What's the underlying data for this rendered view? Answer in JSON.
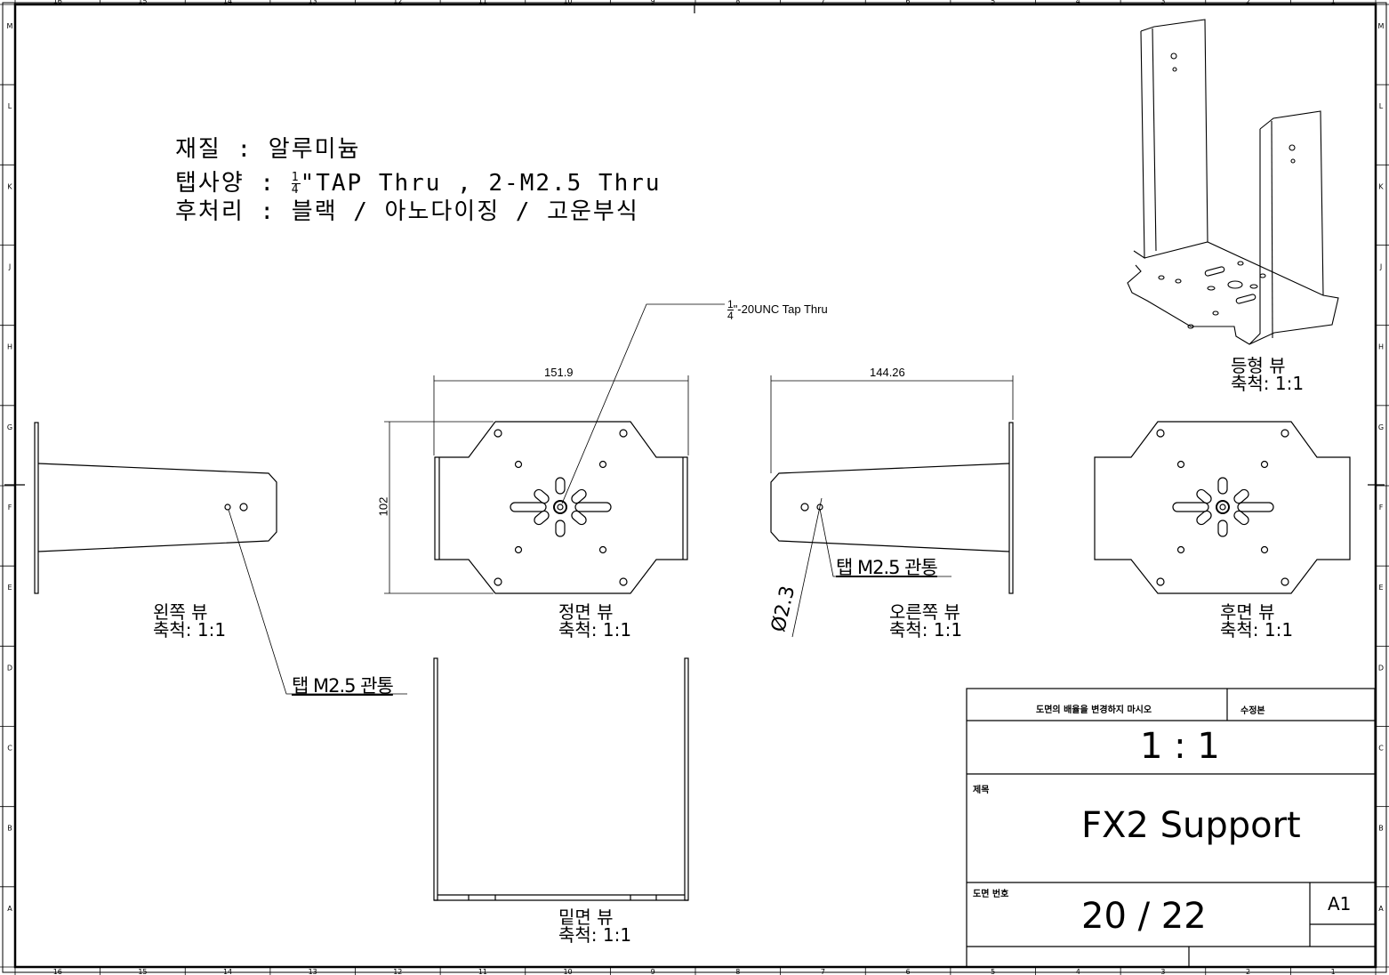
{
  "notes": {
    "material": "재질 : 알루미늄",
    "tap_prefix": "탭사양 :",
    "tap_frac_num": "1",
    "tap_frac_den": "4",
    "tap_rest": "\"TAP Thru , 2-M2.5 Thru",
    "finish": "후처리 : 블랙 / 아노다이징 / 고운부식"
  },
  "callouts": {
    "unc_num": "1",
    "unc_den": "4",
    "unc_text": "\"-20UNC Tap Thru",
    "tap_m25_right": "탭 M2.5 관통",
    "tap_m25_left": "탭 M2.5 관통",
    "hole_dia": "Ø2.3"
  },
  "dimensions": {
    "front_width": "151.9",
    "front_height": "102",
    "right_width": "144.26"
  },
  "views": {
    "left": {
      "name": "왼쪽 뷰",
      "scale": "축척: 1:1"
    },
    "front": {
      "name": "정면 뷰",
      "scale": "축척: 1:1"
    },
    "right": {
      "name": "오른쪽 뷰",
      "scale": "축척: 1:1"
    },
    "back": {
      "name": "후면 뷰",
      "scale": "축척: 1:1"
    },
    "bottom": {
      "name": "밑면 뷰",
      "scale": "축척: 1:1"
    },
    "iso": {
      "name": "등형 뷰",
      "scale": "축척: 1:1"
    }
  },
  "title_block": {
    "warning": "도면의 배율을 변경하지 마시오",
    "revision_label": "수정본",
    "scale": "1 : 1",
    "title_label": "제목",
    "title": "FX2 Support",
    "drawing_no_label": "도면 번호",
    "drawing_no": "20 / 22",
    "sheet_size": "A1"
  },
  "border": {
    "columns": [
      "16",
      "15",
      "14",
      "13",
      "12",
      "11",
      "10",
      "9",
      "8",
      "7",
      "6",
      "5",
      "4",
      "3",
      "2",
      "1"
    ],
    "rows": [
      "M",
      "L",
      "K",
      "J",
      "H",
      "G",
      "F",
      "E",
      "D",
      "C",
      "B",
      "A"
    ]
  }
}
